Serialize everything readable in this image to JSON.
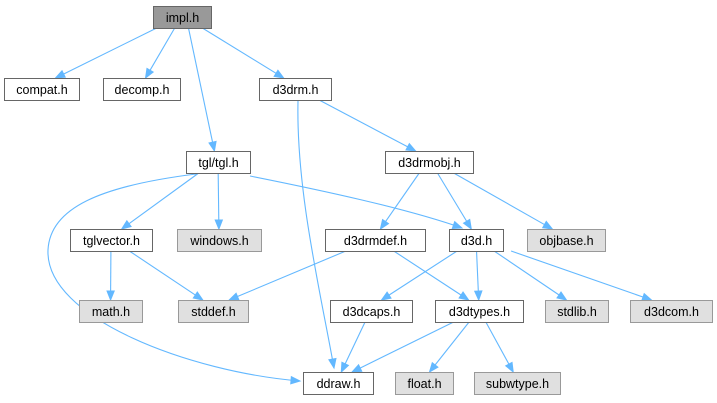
{
  "colors": {
    "edge": "#63b8ff",
    "root_fill": "#999999",
    "root_stroke": "#666666",
    "node_fill": "#ffffff",
    "node_stroke": "#666666",
    "system_fill": "#e0e0e0",
    "system_stroke": "#999999"
  },
  "nodes": [
    {
      "id": "impl",
      "label": "impl.h",
      "kind": "root"
    },
    {
      "id": "compat",
      "label": "compat.h",
      "kind": "node"
    },
    {
      "id": "decomp",
      "label": "decomp.h",
      "kind": "node"
    },
    {
      "id": "d3drm",
      "label": "d3drm.h",
      "kind": "node"
    },
    {
      "id": "tgl",
      "label": "tgl/tgl.h",
      "kind": "node"
    },
    {
      "id": "d3drmobj",
      "label": "d3drmobj.h",
      "kind": "node"
    },
    {
      "id": "tglvector",
      "label": "tglvector.h",
      "kind": "node"
    },
    {
      "id": "windows",
      "label": "windows.h",
      "kind": "system"
    },
    {
      "id": "d3drmdef",
      "label": "d3drmdef.h",
      "kind": "node"
    },
    {
      "id": "d3d",
      "label": "d3d.h",
      "kind": "node"
    },
    {
      "id": "objbase",
      "label": "objbase.h",
      "kind": "system"
    },
    {
      "id": "math",
      "label": "math.h",
      "kind": "system"
    },
    {
      "id": "stddef",
      "label": "stddef.h",
      "kind": "system"
    },
    {
      "id": "d3dcaps",
      "label": "d3dcaps.h",
      "kind": "node"
    },
    {
      "id": "d3dtypes",
      "label": "d3dtypes.h",
      "kind": "node"
    },
    {
      "id": "stdlib",
      "label": "stdlib.h",
      "kind": "system"
    },
    {
      "id": "d3dcom",
      "label": "d3dcom.h",
      "kind": "system"
    },
    {
      "id": "ddraw",
      "label": "ddraw.h",
      "kind": "node"
    },
    {
      "id": "float",
      "label": "float.h",
      "kind": "system"
    },
    {
      "id": "subwtype",
      "label": "subwtype.h",
      "kind": "system"
    }
  ],
  "edges": [
    {
      "from": "impl",
      "to": "compat"
    },
    {
      "from": "impl",
      "to": "decomp"
    },
    {
      "from": "impl",
      "to": "d3drm"
    },
    {
      "from": "impl",
      "to": "tgl"
    },
    {
      "from": "d3drm",
      "to": "d3drmobj"
    },
    {
      "from": "d3drm",
      "to": "ddraw"
    },
    {
      "from": "tgl",
      "to": "tglvector"
    },
    {
      "from": "tgl",
      "to": "windows"
    },
    {
      "from": "tgl",
      "to": "d3d"
    },
    {
      "from": "tgl",
      "to": "ddraw"
    },
    {
      "from": "d3drmobj",
      "to": "d3drmdef"
    },
    {
      "from": "d3drmobj",
      "to": "d3d"
    },
    {
      "from": "d3drmobj",
      "to": "objbase"
    },
    {
      "from": "tglvector",
      "to": "math"
    },
    {
      "from": "tglvector",
      "to": "stddef"
    },
    {
      "from": "d3drmdef",
      "to": "stddef"
    },
    {
      "from": "d3drmdef",
      "to": "d3dtypes"
    },
    {
      "from": "d3d",
      "to": "d3dcaps"
    },
    {
      "from": "d3d",
      "to": "d3dtypes"
    },
    {
      "from": "d3d",
      "to": "stdlib"
    },
    {
      "from": "d3d",
      "to": "d3dcom"
    },
    {
      "from": "d3dcaps",
      "to": "ddraw"
    },
    {
      "from": "d3dtypes",
      "to": "ddraw"
    },
    {
      "from": "d3dtypes",
      "to": "float"
    },
    {
      "from": "d3dtypes",
      "to": "subwtype"
    }
  ]
}
